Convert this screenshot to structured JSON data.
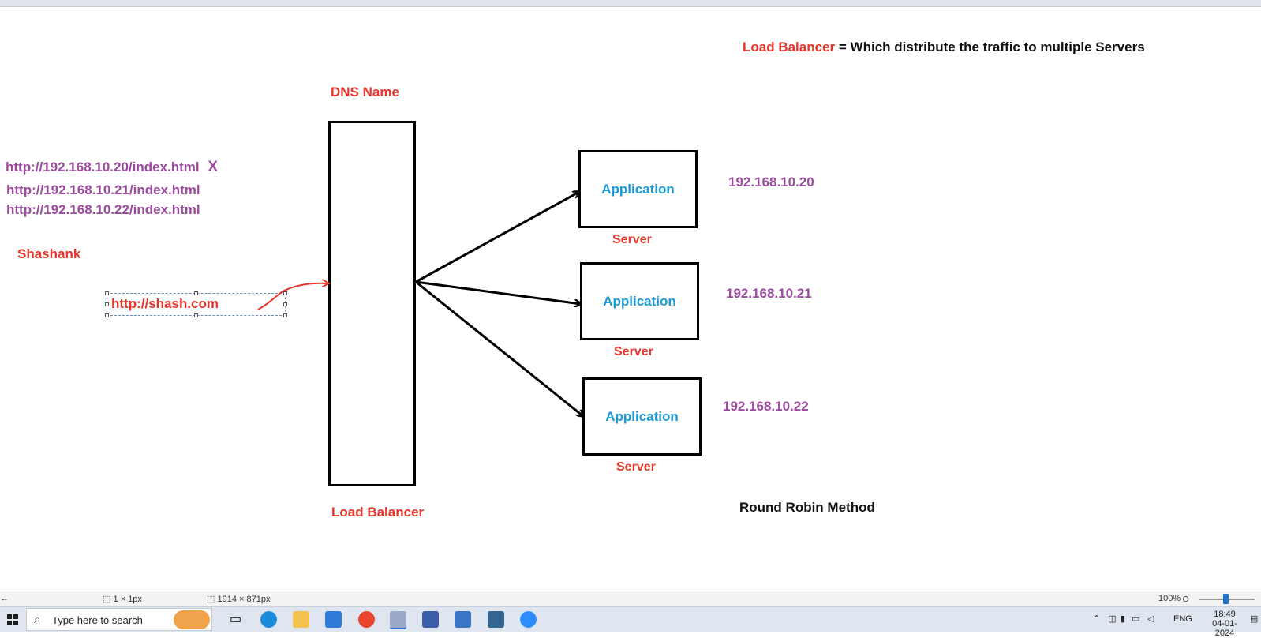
{
  "header": {
    "title_highlight": "Load Balancer",
    "title_rest": "= Which distribute the traffic to multiple Servers"
  },
  "labels": {
    "dns_name": "DNS Name",
    "load_balancer": "Load Balancer",
    "user": "Shashank",
    "url": "http://shash.com",
    "method": "Round Robin Method"
  },
  "ip_urls": [
    {
      "text": "http://192.168.10.20/index.html",
      "mark": "X"
    },
    {
      "text": "http://192.168.10.21/index.html"
    },
    {
      "text": "http://192.168.10.22/index.html"
    }
  ],
  "servers": [
    {
      "app_label": "Application",
      "server_label": "Server",
      "ip": "192.168.10.20"
    },
    {
      "app_label": "Application",
      "server_label": "Server",
      "ip": "192.168.10.21"
    },
    {
      "app_label": "Application",
      "server_label": "Server",
      "ip": "192.168.10.22"
    }
  ],
  "status_bar": {
    "selection_size": "1 × 1px",
    "image_size": "1914 × 871px",
    "zoom": "100%"
  },
  "taskbar": {
    "search_placeholder": "Type here to search",
    "language": "ENG",
    "time": "18:49",
    "date": "04-01-2024",
    "pinned_icons": [
      "windows-start-icon",
      "search-icon",
      "task-view-icon",
      "edge-icon",
      "file-explorer-icon",
      "store-icon",
      "chrome-icon",
      "paint-icon",
      "app-icon",
      "network-icon",
      "postgres-icon",
      "zoom-icon"
    ]
  },
  "colors": {
    "accent_red": "#e8352b",
    "ip_purple": "#9b4a9e",
    "app_blue": "#1a9ad6"
  }
}
